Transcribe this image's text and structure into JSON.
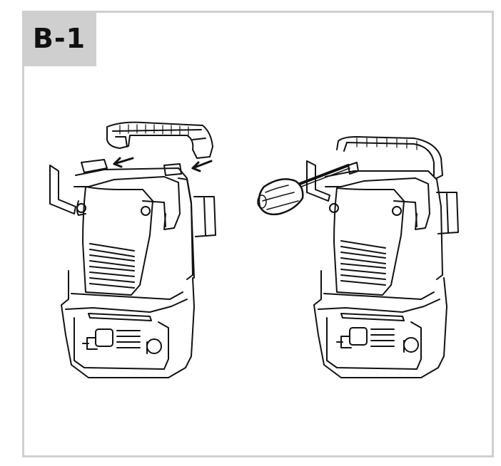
{
  "step": {
    "label": "B-1"
  },
  "colors": {
    "frame": "#cfcfcf",
    "line": "#111111",
    "label_bg": "#cfcfcf"
  },
  "illustrations": [
    {
      "name": "pressure-washer-handle-removed",
      "icon": "pressure-washer"
    },
    {
      "name": "pressure-washer-with-screwdriver",
      "icon": "pressure-washer"
    }
  ]
}
